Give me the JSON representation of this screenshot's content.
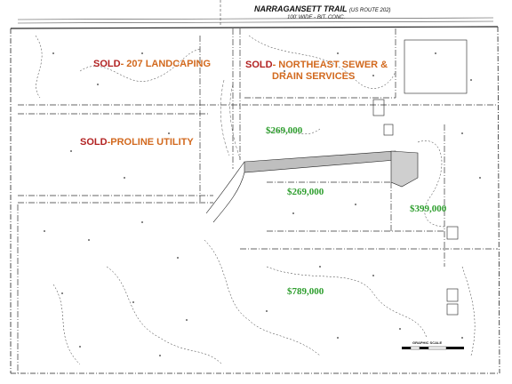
{
  "road": {
    "name": "NARRAGANSETT TRAIL",
    "route": "(US ROUTE 202)",
    "width_note": "100' WIDE - BIT. CONC."
  },
  "sold_lots": [
    {
      "prefix": "SOLD",
      "rest": "- 207 LANDCAPING"
    },
    {
      "prefix": "SOLD",
      "rest": "- NORTHEAST SEWER &"
    },
    {
      "prefix": "",
      "rest": "DRAIN SERVICES"
    },
    {
      "prefix": "SOLD",
      "rest": "-PROLINE UTILITY"
    }
  ],
  "prices": [
    "$269,000",
    "$269,000",
    "$399,000",
    "$789,000"
  ],
  "scale": {
    "title": "GRAPHIC SCALE"
  },
  "colors": {
    "sold_label": "#d2691e",
    "price_label": "#2e9e2e",
    "line_work": "#333333"
  }
}
